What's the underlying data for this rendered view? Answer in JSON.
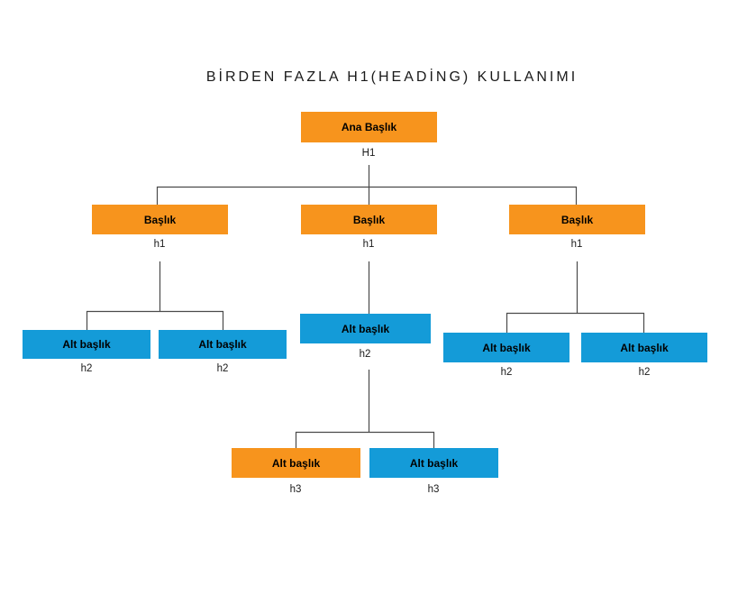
{
  "title": "BİRDEN FAZLA H1(HEADİNG) KULLANIMI",
  "colors": {
    "orange": "#F7941D",
    "blue": "#149BD8",
    "line": "#4A4A4A",
    "text": "#000000",
    "background": "#FFFFFF"
  },
  "diagram": {
    "root": {
      "label": "Ana Başlık",
      "tag": "H1",
      "color": "orange"
    },
    "level1": [
      {
        "label": "Başlık",
        "tag": "h1",
        "color": "orange"
      },
      {
        "label": "Başlık",
        "tag": "h1",
        "color": "orange"
      },
      {
        "label": "Başlık",
        "tag": "h1",
        "color": "orange"
      }
    ],
    "level2_left": [
      {
        "label": "Alt başlık",
        "tag": "h2",
        "color": "blue"
      },
      {
        "label": "Alt başlık",
        "tag": "h2",
        "color": "blue"
      }
    ],
    "level2_middle": [
      {
        "label": "Alt başlık",
        "tag": "h2",
        "color": "blue"
      }
    ],
    "level2_right": [
      {
        "label": "Alt başlık",
        "tag": "h2",
        "color": "blue"
      },
      {
        "label": "Alt başlık",
        "tag": "h2",
        "color": "blue"
      }
    ],
    "level3": [
      {
        "label": "Alt başlık",
        "tag": "h3",
        "color": "orange"
      },
      {
        "label": "Alt başlık",
        "tag": "h3",
        "color": "blue"
      }
    ]
  }
}
